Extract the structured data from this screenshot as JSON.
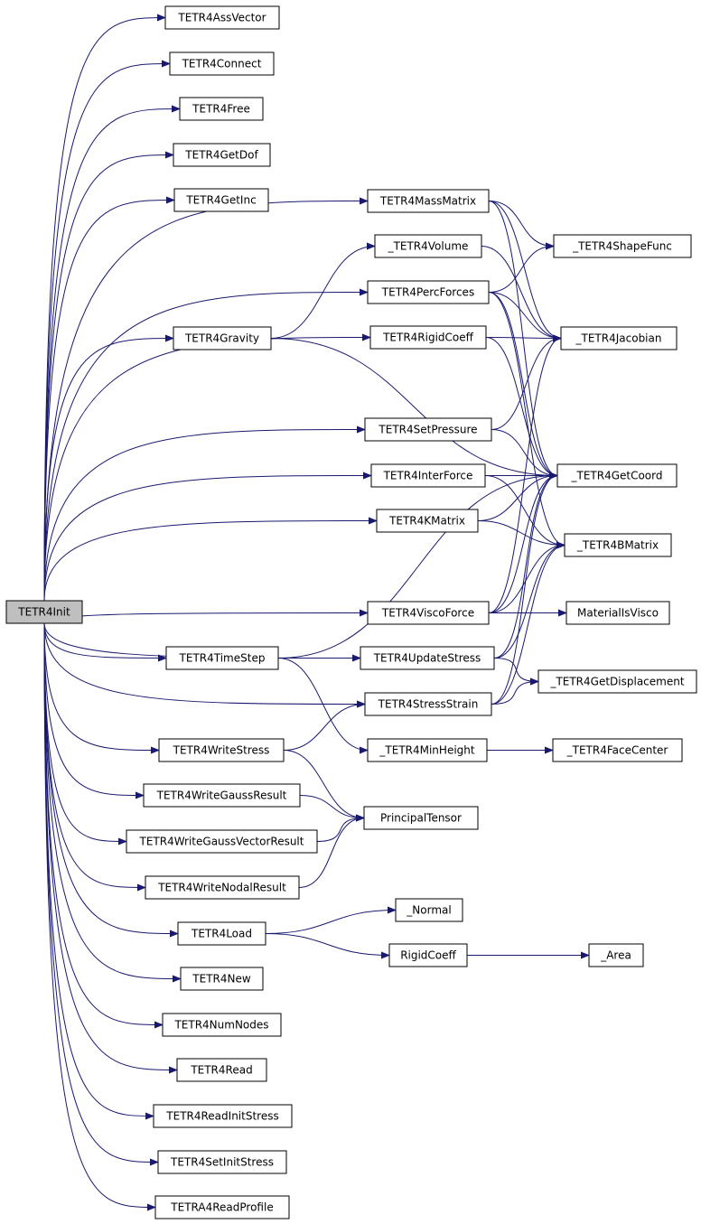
{
  "colors": {
    "edge": "#191970",
    "root_fill": "#bfbfbf",
    "node_fill": "#ffffff",
    "text": "#000000"
  },
  "nodes": [
    {
      "id": "n0",
      "label": "TETR4Init",
      "root": true
    },
    {
      "id": "n1",
      "label": "TETR4AssVector"
    },
    {
      "id": "n2",
      "label": "TETR4Connect"
    },
    {
      "id": "n3",
      "label": "TETR4Free"
    },
    {
      "id": "n4",
      "label": "TETR4GetDof"
    },
    {
      "id": "n5",
      "label": "TETR4GetInc"
    },
    {
      "id": "n6",
      "label": "TETR4Gravity"
    },
    {
      "id": "n7",
      "label": "TETR4TimeStep"
    },
    {
      "id": "n8",
      "label": "TETR4WriteStress"
    },
    {
      "id": "n9",
      "label": "TETR4WriteGaussResult"
    },
    {
      "id": "n10",
      "label": "TETR4WriteGaussVectorResult"
    },
    {
      "id": "n11",
      "label": "TETR4WriteNodalResult"
    },
    {
      "id": "n12",
      "label": "TETR4Load"
    },
    {
      "id": "n13",
      "label": "TETR4New"
    },
    {
      "id": "n14",
      "label": "TETR4NumNodes"
    },
    {
      "id": "n15",
      "label": "TETR4Read"
    },
    {
      "id": "n16",
      "label": "TETR4ReadInitStress"
    },
    {
      "id": "n17",
      "label": "TETR4SetInitStress"
    },
    {
      "id": "n18",
      "label": "TETRA4ReadProfile"
    },
    {
      "id": "n19",
      "label": "TETR4MassMatrix"
    },
    {
      "id": "n20",
      "label": "_TETR4Volume"
    },
    {
      "id": "n21",
      "label": "TETR4PercForces"
    },
    {
      "id": "n22",
      "label": "TETR4RigidCoeff"
    },
    {
      "id": "n23",
      "label": "TETR4SetPressure"
    },
    {
      "id": "n24",
      "label": "TETR4InterForce"
    },
    {
      "id": "n25",
      "label": "TETR4KMatrix"
    },
    {
      "id": "n26",
      "label": "TETR4ViscoForce"
    },
    {
      "id": "n27",
      "label": "TETR4UpdateStress"
    },
    {
      "id": "n28",
      "label": "TETR4StressStrain"
    },
    {
      "id": "n29",
      "label": "_TETR4MinHeight"
    },
    {
      "id": "n30",
      "label": "PrincipalTensor"
    },
    {
      "id": "n31",
      "label": "_Normal"
    },
    {
      "id": "n32",
      "label": "RigidCoeff"
    },
    {
      "id": "n33",
      "label": "_TETR4ShapeFunc"
    },
    {
      "id": "n34",
      "label": "_TETR4Jacobian"
    },
    {
      "id": "n35",
      "label": "_TETR4GetCoord"
    },
    {
      "id": "n36",
      "label": "_TETR4BMatrix"
    },
    {
      "id": "n37",
      "label": "MaterialIsVisco"
    },
    {
      "id": "n38",
      "label": "_TETR4GetDisplacement"
    },
    {
      "id": "n39",
      "label": "_TETR4FaceCenter"
    },
    {
      "id": "n40",
      "label": "_Area"
    }
  ],
  "edges": [
    [
      "n0",
      "n1"
    ],
    [
      "n0",
      "n2"
    ],
    [
      "n0",
      "n3"
    ],
    [
      "n0",
      "n4"
    ],
    [
      "n0",
      "n5"
    ],
    [
      "n0",
      "n6"
    ],
    [
      "n0",
      "n7"
    ],
    [
      "n0",
      "n8"
    ],
    [
      "n0",
      "n9"
    ],
    [
      "n0",
      "n10"
    ],
    [
      "n0",
      "n11"
    ],
    [
      "n0",
      "n12"
    ],
    [
      "n0",
      "n13"
    ],
    [
      "n0",
      "n14"
    ],
    [
      "n0",
      "n15"
    ],
    [
      "n0",
      "n16"
    ],
    [
      "n0",
      "n17"
    ],
    [
      "n0",
      "n18"
    ],
    [
      "n0",
      "n19"
    ],
    [
      "n0",
      "n21"
    ],
    [
      "n0",
      "n22"
    ],
    [
      "n0",
      "n23"
    ],
    [
      "n0",
      "n24"
    ],
    [
      "n0",
      "n25"
    ],
    [
      "n0",
      "n26"
    ],
    [
      "n0",
      "n27"
    ],
    [
      "n0",
      "n28"
    ],
    [
      "n6",
      "n20"
    ],
    [
      "n6",
      "n35"
    ],
    [
      "n7",
      "n29"
    ],
    [
      "n7",
      "n35"
    ],
    [
      "n8",
      "n28"
    ],
    [
      "n8",
      "n30"
    ],
    [
      "n9",
      "n30"
    ],
    [
      "n10",
      "n30"
    ],
    [
      "n11",
      "n30"
    ],
    [
      "n12",
      "n31"
    ],
    [
      "n12",
      "n32"
    ],
    [
      "n19",
      "n33"
    ],
    [
      "n19",
      "n34"
    ],
    [
      "n19",
      "n35"
    ],
    [
      "n20",
      "n34"
    ],
    [
      "n21",
      "n33"
    ],
    [
      "n21",
      "n34"
    ],
    [
      "n21",
      "n35"
    ],
    [
      "n21",
      "n36"
    ],
    [
      "n22",
      "n34"
    ],
    [
      "n22",
      "n35"
    ],
    [
      "n23",
      "n35"
    ],
    [
      "n23",
      "n34"
    ],
    [
      "n24",
      "n35"
    ],
    [
      "n24",
      "n36"
    ],
    [
      "n25",
      "n35"
    ],
    [
      "n25",
      "n36"
    ],
    [
      "n26",
      "n37"
    ],
    [
      "n26",
      "n34"
    ],
    [
      "n26",
      "n35"
    ],
    [
      "n26",
      "n36"
    ],
    [
      "n27",
      "n38"
    ],
    [
      "n27",
      "n35"
    ],
    [
      "n27",
      "n36"
    ],
    [
      "n28",
      "n38"
    ],
    [
      "n28",
      "n35"
    ],
    [
      "n28",
      "n36"
    ],
    [
      "n29",
      "n39"
    ],
    [
      "n32",
      "n40"
    ]
  ]
}
